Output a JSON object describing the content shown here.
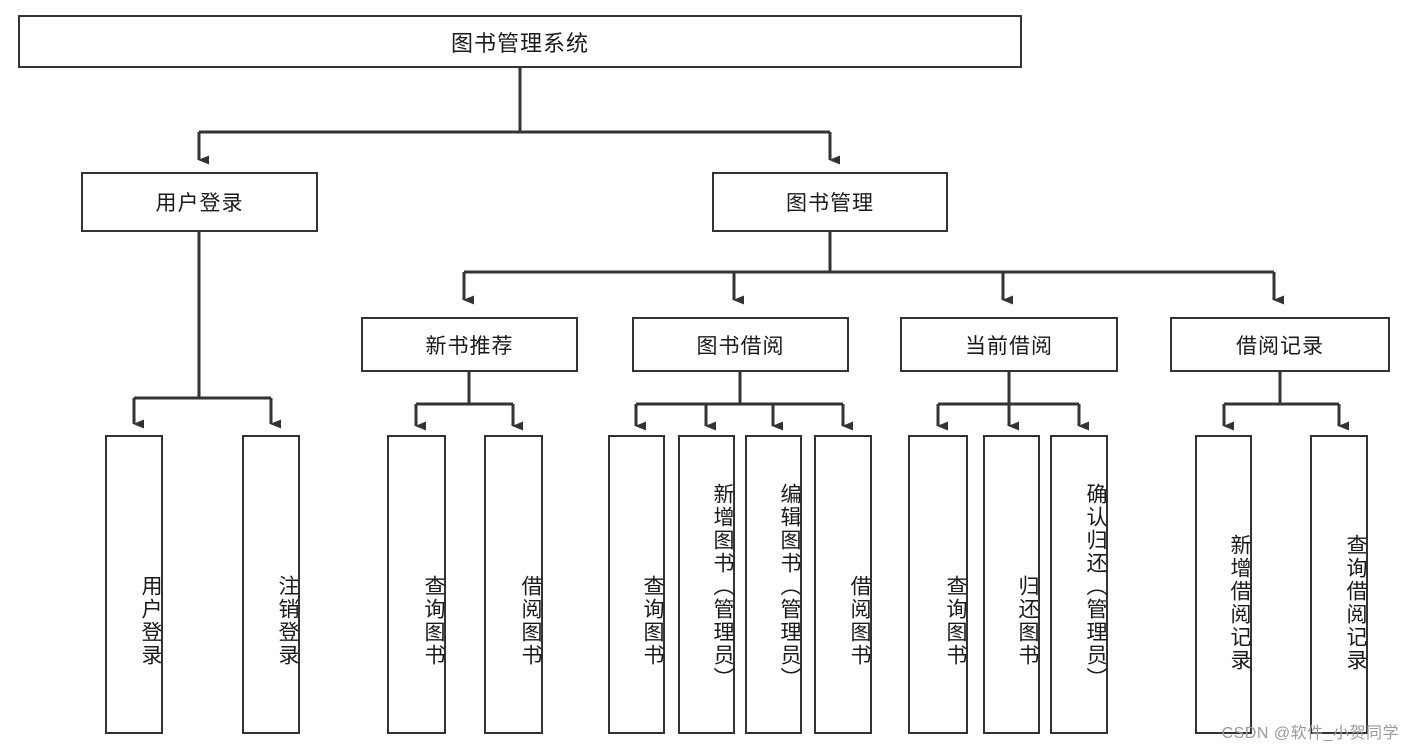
{
  "diagram": {
    "title": "图书管理系统",
    "watermark": "CSDN @软件_小贺同学",
    "colors": {
      "stroke": "#333333",
      "fill": "#ffffff",
      "text": "#1a1a1a",
      "watermark": "#9a9a9a"
    },
    "level1": {
      "label": "图书管理系统"
    },
    "level2": [
      {
        "id": "user-login",
        "label": "用户登录"
      },
      {
        "id": "book-management",
        "label": "图书管理"
      }
    ],
    "level3": [
      {
        "id": "new-book-recommend",
        "label": "新书推荐",
        "parent": "book-management"
      },
      {
        "id": "book-borrow",
        "label": "图书借阅",
        "parent": "book-management"
      },
      {
        "id": "current-borrow",
        "label": "当前借阅",
        "parent": "book-management"
      },
      {
        "id": "borrow-record",
        "label": "借阅记录",
        "parent": "book-management"
      }
    ],
    "leaves": [
      {
        "id": "leaf-user-login",
        "label": "用户登录",
        "parent": "user-login"
      },
      {
        "id": "leaf-logout-login",
        "label": "注销登录",
        "parent": "user-login"
      },
      {
        "id": "leaf-query-book-1",
        "label": "查询图书",
        "parent": "new-book-recommend"
      },
      {
        "id": "leaf-borrow-book-1",
        "label": "借阅图书",
        "parent": "new-book-recommend"
      },
      {
        "id": "leaf-query-book-2",
        "label": "查询图书",
        "parent": "book-borrow"
      },
      {
        "id": "leaf-add-book",
        "label": "新增图书（管理员）",
        "parent": "book-borrow"
      },
      {
        "id": "leaf-edit-book",
        "label": "编辑图书（管理员）",
        "parent": "book-borrow"
      },
      {
        "id": "leaf-borrow-book-2",
        "label": "借阅图书",
        "parent": "book-borrow"
      },
      {
        "id": "leaf-query-book-3",
        "label": "查询图书",
        "parent": "current-borrow"
      },
      {
        "id": "leaf-return-book",
        "label": "归还图书",
        "parent": "current-borrow"
      },
      {
        "id": "leaf-confirm-return",
        "label": "确认归还（管理员）",
        "parent": "current-borrow"
      },
      {
        "id": "leaf-add-record",
        "label": "新增借阅记录",
        "parent": "borrow-record"
      },
      {
        "id": "leaf-query-record",
        "label": "查询借阅记录",
        "parent": "borrow-record"
      }
    ]
  }
}
